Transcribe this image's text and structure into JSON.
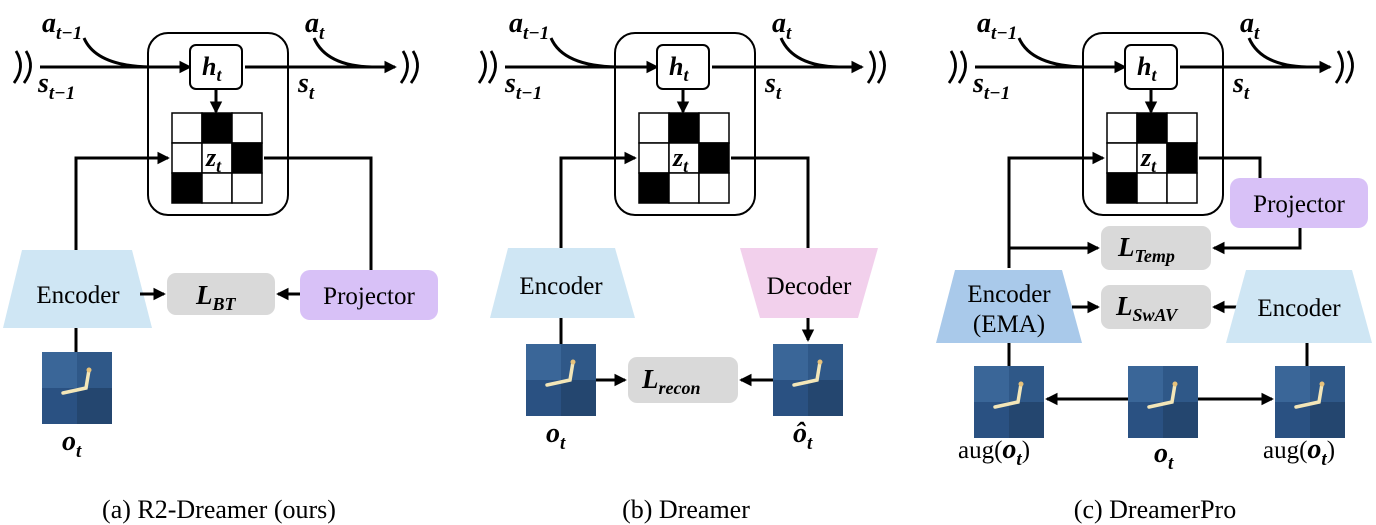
{
  "panels": [
    {
      "caption": "(a) R2-Dreamer (ours)",
      "top": {
        "a_prev": "a",
        "a_prev_sub": "t−1",
        "a_cur": "a",
        "a_cur_sub": "t",
        "s_prev": "s",
        "s_prev_sub": "t−1",
        "s_cur": "s",
        "s_cur_sub": "t",
        "h": "h",
        "h_sub": "t",
        "z": "z",
        "z_sub": "t"
      },
      "encoder": "Encoder",
      "loss": {
        "main": "L",
        "sub": "BT"
      },
      "projector": "Projector",
      "obs": {
        "main": "o",
        "sub": "t"
      }
    },
    {
      "caption": "(b) Dreamer",
      "top": {
        "a_prev": "a",
        "a_prev_sub": "t−1",
        "a_cur": "a",
        "a_cur_sub": "t",
        "s_prev": "s",
        "s_prev_sub": "t−1",
        "s_cur": "s",
        "s_cur_sub": "t",
        "h": "h",
        "h_sub": "t",
        "z": "z",
        "z_sub": "t"
      },
      "encoder": "Encoder",
      "decoder": "Decoder",
      "loss": {
        "main": "L",
        "sub": "recon"
      },
      "obs": {
        "main": "o",
        "sub": "t"
      },
      "obs_hat": {
        "main": "ô",
        "sub": "t"
      }
    },
    {
      "caption": "(c) DreamerPro",
      "top": {
        "a_prev": "a",
        "a_prev_sub": "t−1",
        "a_cur": "a",
        "a_cur_sub": "t",
        "s_prev": "s",
        "s_prev_sub": "t−1",
        "s_cur": "s",
        "s_cur_sub": "t",
        "h": "h",
        "h_sub": "t",
        "z": "z",
        "z_sub": "t"
      },
      "projector": "Projector",
      "loss_temp": {
        "main": "L",
        "sub": "Temp"
      },
      "loss_swav": {
        "main": "L",
        "sub": "SwAV"
      },
      "encoder_ema_line1": "Encoder",
      "encoder_ema_line2": "(EMA)",
      "encoder": "Encoder",
      "aug_left": {
        "pre": "aug(",
        "main": "o",
        "sub": "t",
        "post": ")"
      },
      "obs": {
        "main": "o",
        "sub": "t"
      },
      "aug_right": {
        "pre": "aug(",
        "main": "o",
        "sub": "t",
        "post": ")"
      }
    }
  ],
  "colors": {
    "encoder": "#cfe6f4",
    "encoder_ema": "#a9c9ea",
    "decoder": "#f2d0ec",
    "projector": "#d8c1f7",
    "loss": "#d9d9d9",
    "grid_black": "#000000"
  },
  "icons": [
    "break-mark-icon",
    "observation-thumbnail"
  ]
}
